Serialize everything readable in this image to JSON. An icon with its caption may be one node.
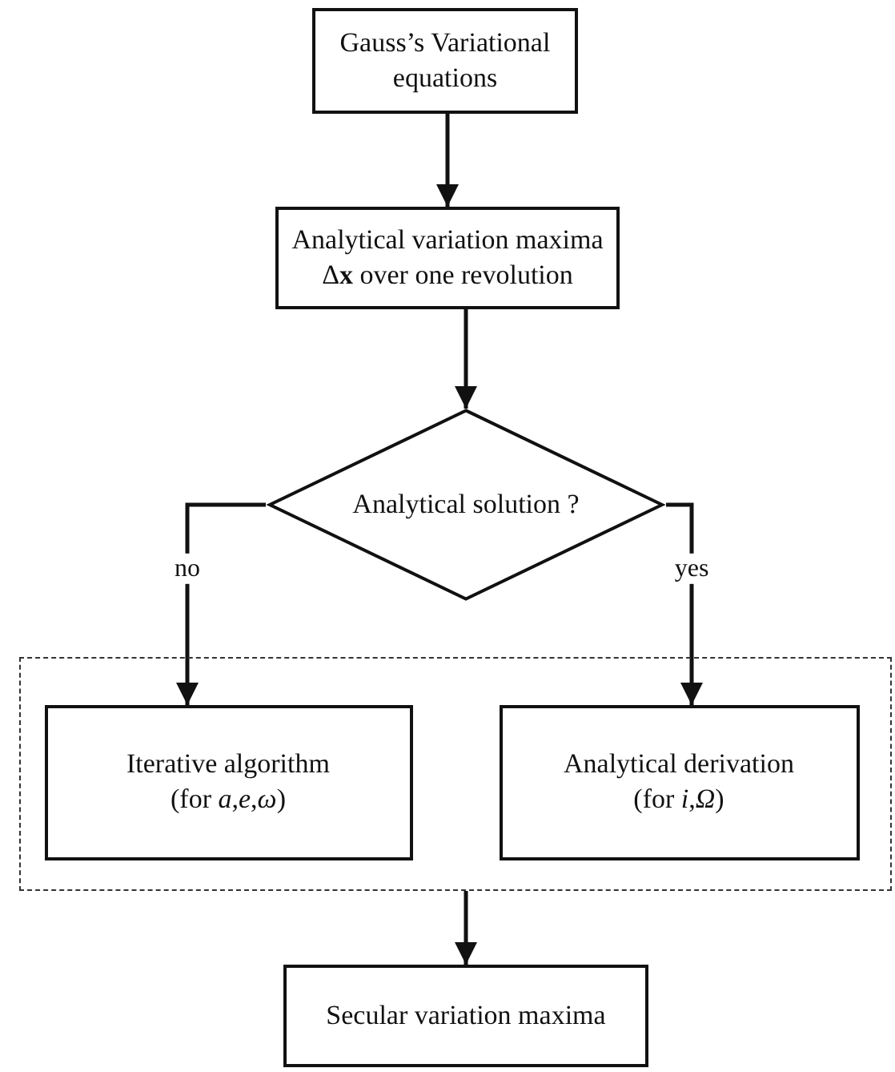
{
  "diagram": {
    "nodes": [
      {
        "text": [
          "Gauss’s Variational equations"
        ]
      },
      {
        "text": [
          "Analytical variation maxima Δ**x** over one revolution"
        ]
      },
      {
        "text": [
          "Analytical solution ?"
        ]
      },
      {
        "text": [],
        "shape": "box"
      },
      {
        "text": [
          "Iterative algorithm",
          "(for *a*,*e*,*ω*)"
        ],
        "in": 3
      },
      {
        "text": [
          "Analytical derivation",
          "(for *i*,*Ω*)"
        ],
        "in": 3
      },
      {
        "text": [
          "Secular variation maxima"
        ]
      }
    ],
    "edges": [
      {
        "from": 0,
        "to": 1,
        "arrow": "to"
      },
      {
        "from": 1,
        "to": 2,
        "arrow": "to"
      },
      {
        "from": 2,
        "to": 4,
        "label": "no",
        "arrow": "to"
      },
      {
        "from": 2,
        "to": 5,
        "label": "yes",
        "arrow": "to"
      },
      {
        "from": 3,
        "to": 6,
        "arrow": "to"
      }
    ]
  }
}
